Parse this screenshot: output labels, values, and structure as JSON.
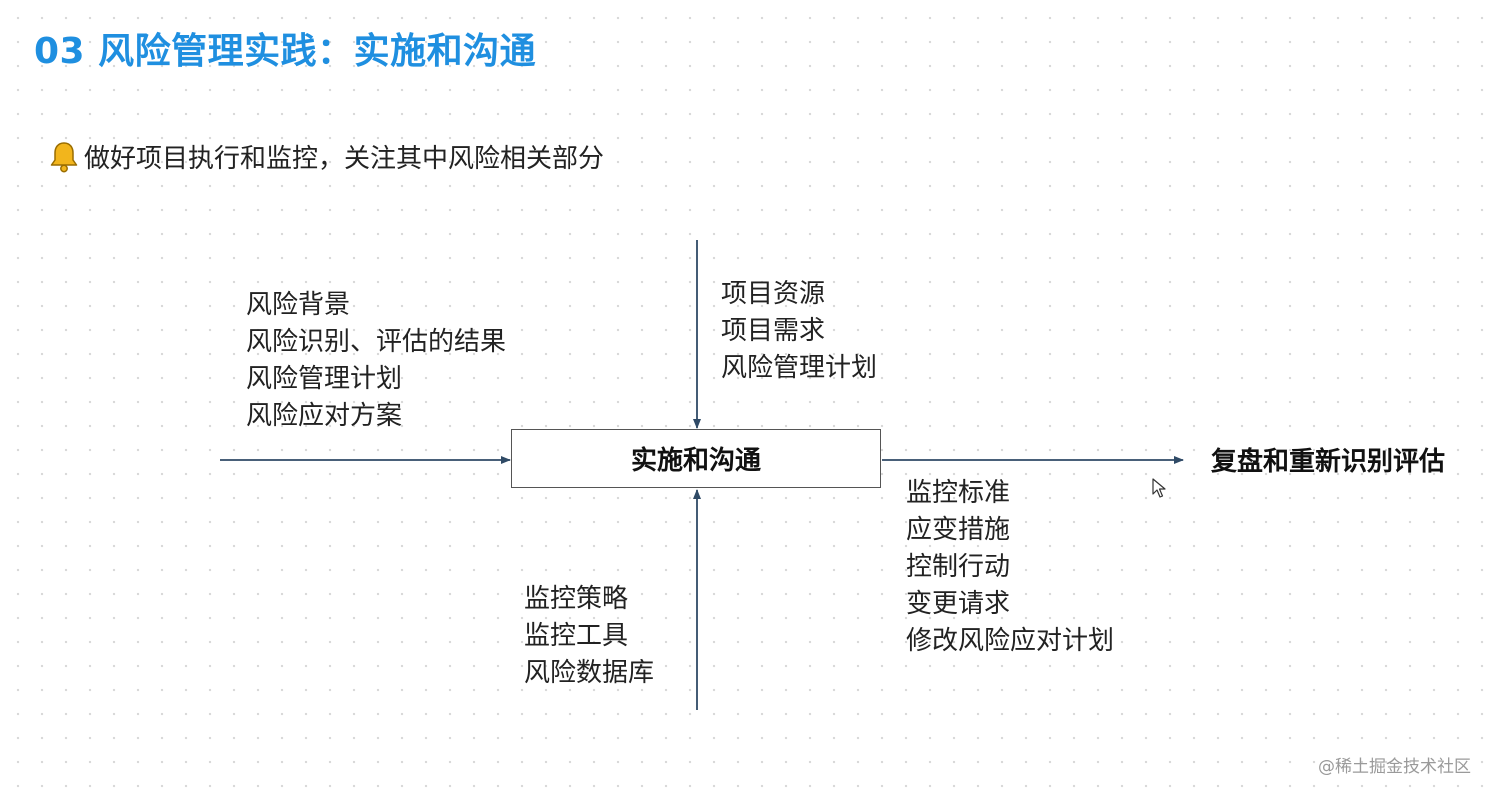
{
  "slide": {
    "title": "03 风险管理实践：实施和沟通",
    "subtitle_icon": "bell-icon",
    "subtitle": "做好项目执行和监控，关注其中风险相关部分"
  },
  "diagram": {
    "process": "实施和沟通",
    "inputs": [
      "风险背景",
      "风险识别、评估的结果",
      "风险管理计划",
      "风险应对方案"
    ],
    "resources": [
      "项目资源",
      "项目需求",
      "风险管理计划"
    ],
    "tools": [
      "监控策略",
      "监控工具",
      "风险数据库"
    ],
    "outputs": [
      "监控标准",
      "应变措施",
      "控制行动",
      "变更请求",
      "修改风险应对计划"
    ],
    "result": "复盘和重新识别评估"
  },
  "watermark": "@稀土掘金技术社区",
  "colors": {
    "title": "#1f8fe0",
    "arrow": "#2f4a66",
    "bell": "#f2b51c"
  }
}
